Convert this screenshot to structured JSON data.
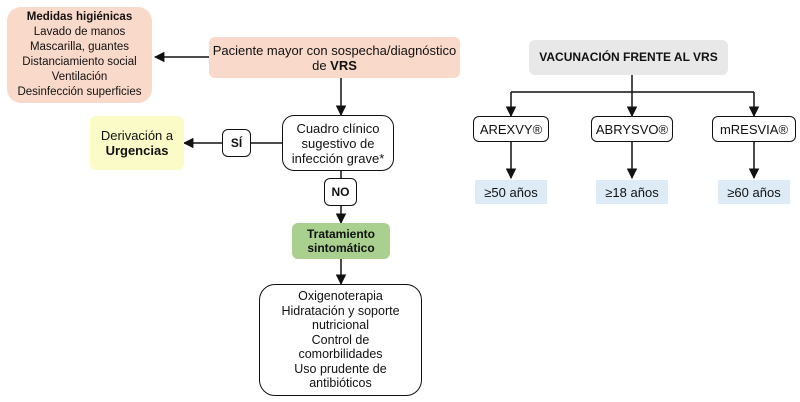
{
  "colors": {
    "peach": "#F9D9C9",
    "yellow": "#FBFBC7",
    "green": "#A9D08E",
    "grey": "#E8E8E8",
    "blue": "#DDEBF7",
    "border": "#111111"
  },
  "hygiene": {
    "title": "Medidas higiénicas",
    "items": [
      "Lavado de manos",
      "Mascarilla, guantes",
      "Distanciamiento social",
      "Ventilación",
      "Desinfección superficies"
    ]
  },
  "patient": {
    "line1": "Paciente mayor con sospecha/diagnóstico",
    "line2_prefix": "de ",
    "line2_bold": "VRS"
  },
  "clinical": {
    "lines": [
      "Cuadro clínico",
      "sugestivo de",
      "infección grave*"
    ]
  },
  "yes_label": "SÍ",
  "no_label": "NO",
  "referral": {
    "line1": "Derivación a",
    "line2": "Urgencias"
  },
  "treatment": {
    "lines": [
      "Tratamiento",
      "sintomático"
    ]
  },
  "measures": {
    "lines": [
      "Oxigenoterapia",
      "Hidratación y soporte",
      "nutricional",
      "Control de",
      "comorbilidades",
      "Uso prudente de",
      "antibióticos"
    ]
  },
  "vaccination": {
    "title": "VACUNACIÓN FRENTE AL VRS",
    "vaccines": [
      {
        "name": "AREXVY®",
        "age": "≥50 años"
      },
      {
        "name": "ABRYSVO®",
        "age": "≥18 años"
      },
      {
        "name": "mRESVIA®",
        "age": "≥60 años"
      }
    ]
  }
}
